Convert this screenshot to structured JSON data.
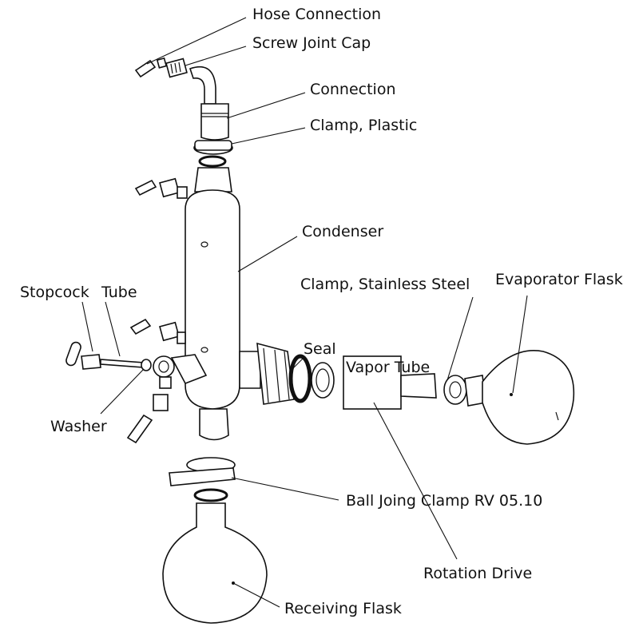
{
  "labels": {
    "hose_connection": "Hose Connection",
    "screw_joint_cap": "Screw Joint Cap",
    "connection": "Connection",
    "clamp_plastic": "Clamp, Plastic",
    "condenser": "Condenser",
    "clamp_stainless": "Clamp, Stainless Steel",
    "evaporator_flask": "Evaporator Flask",
    "stopcock": "Stopcock",
    "tube": "Tube",
    "seal": "Seal",
    "vapor_tube": "Vapor Tube",
    "washer": "Washer",
    "ball_joint_clamp": "Ball Joing Clamp RV 05.10",
    "rotation_drive": "Rotation Drive",
    "receiving_flask": "Receiving Flask"
  }
}
